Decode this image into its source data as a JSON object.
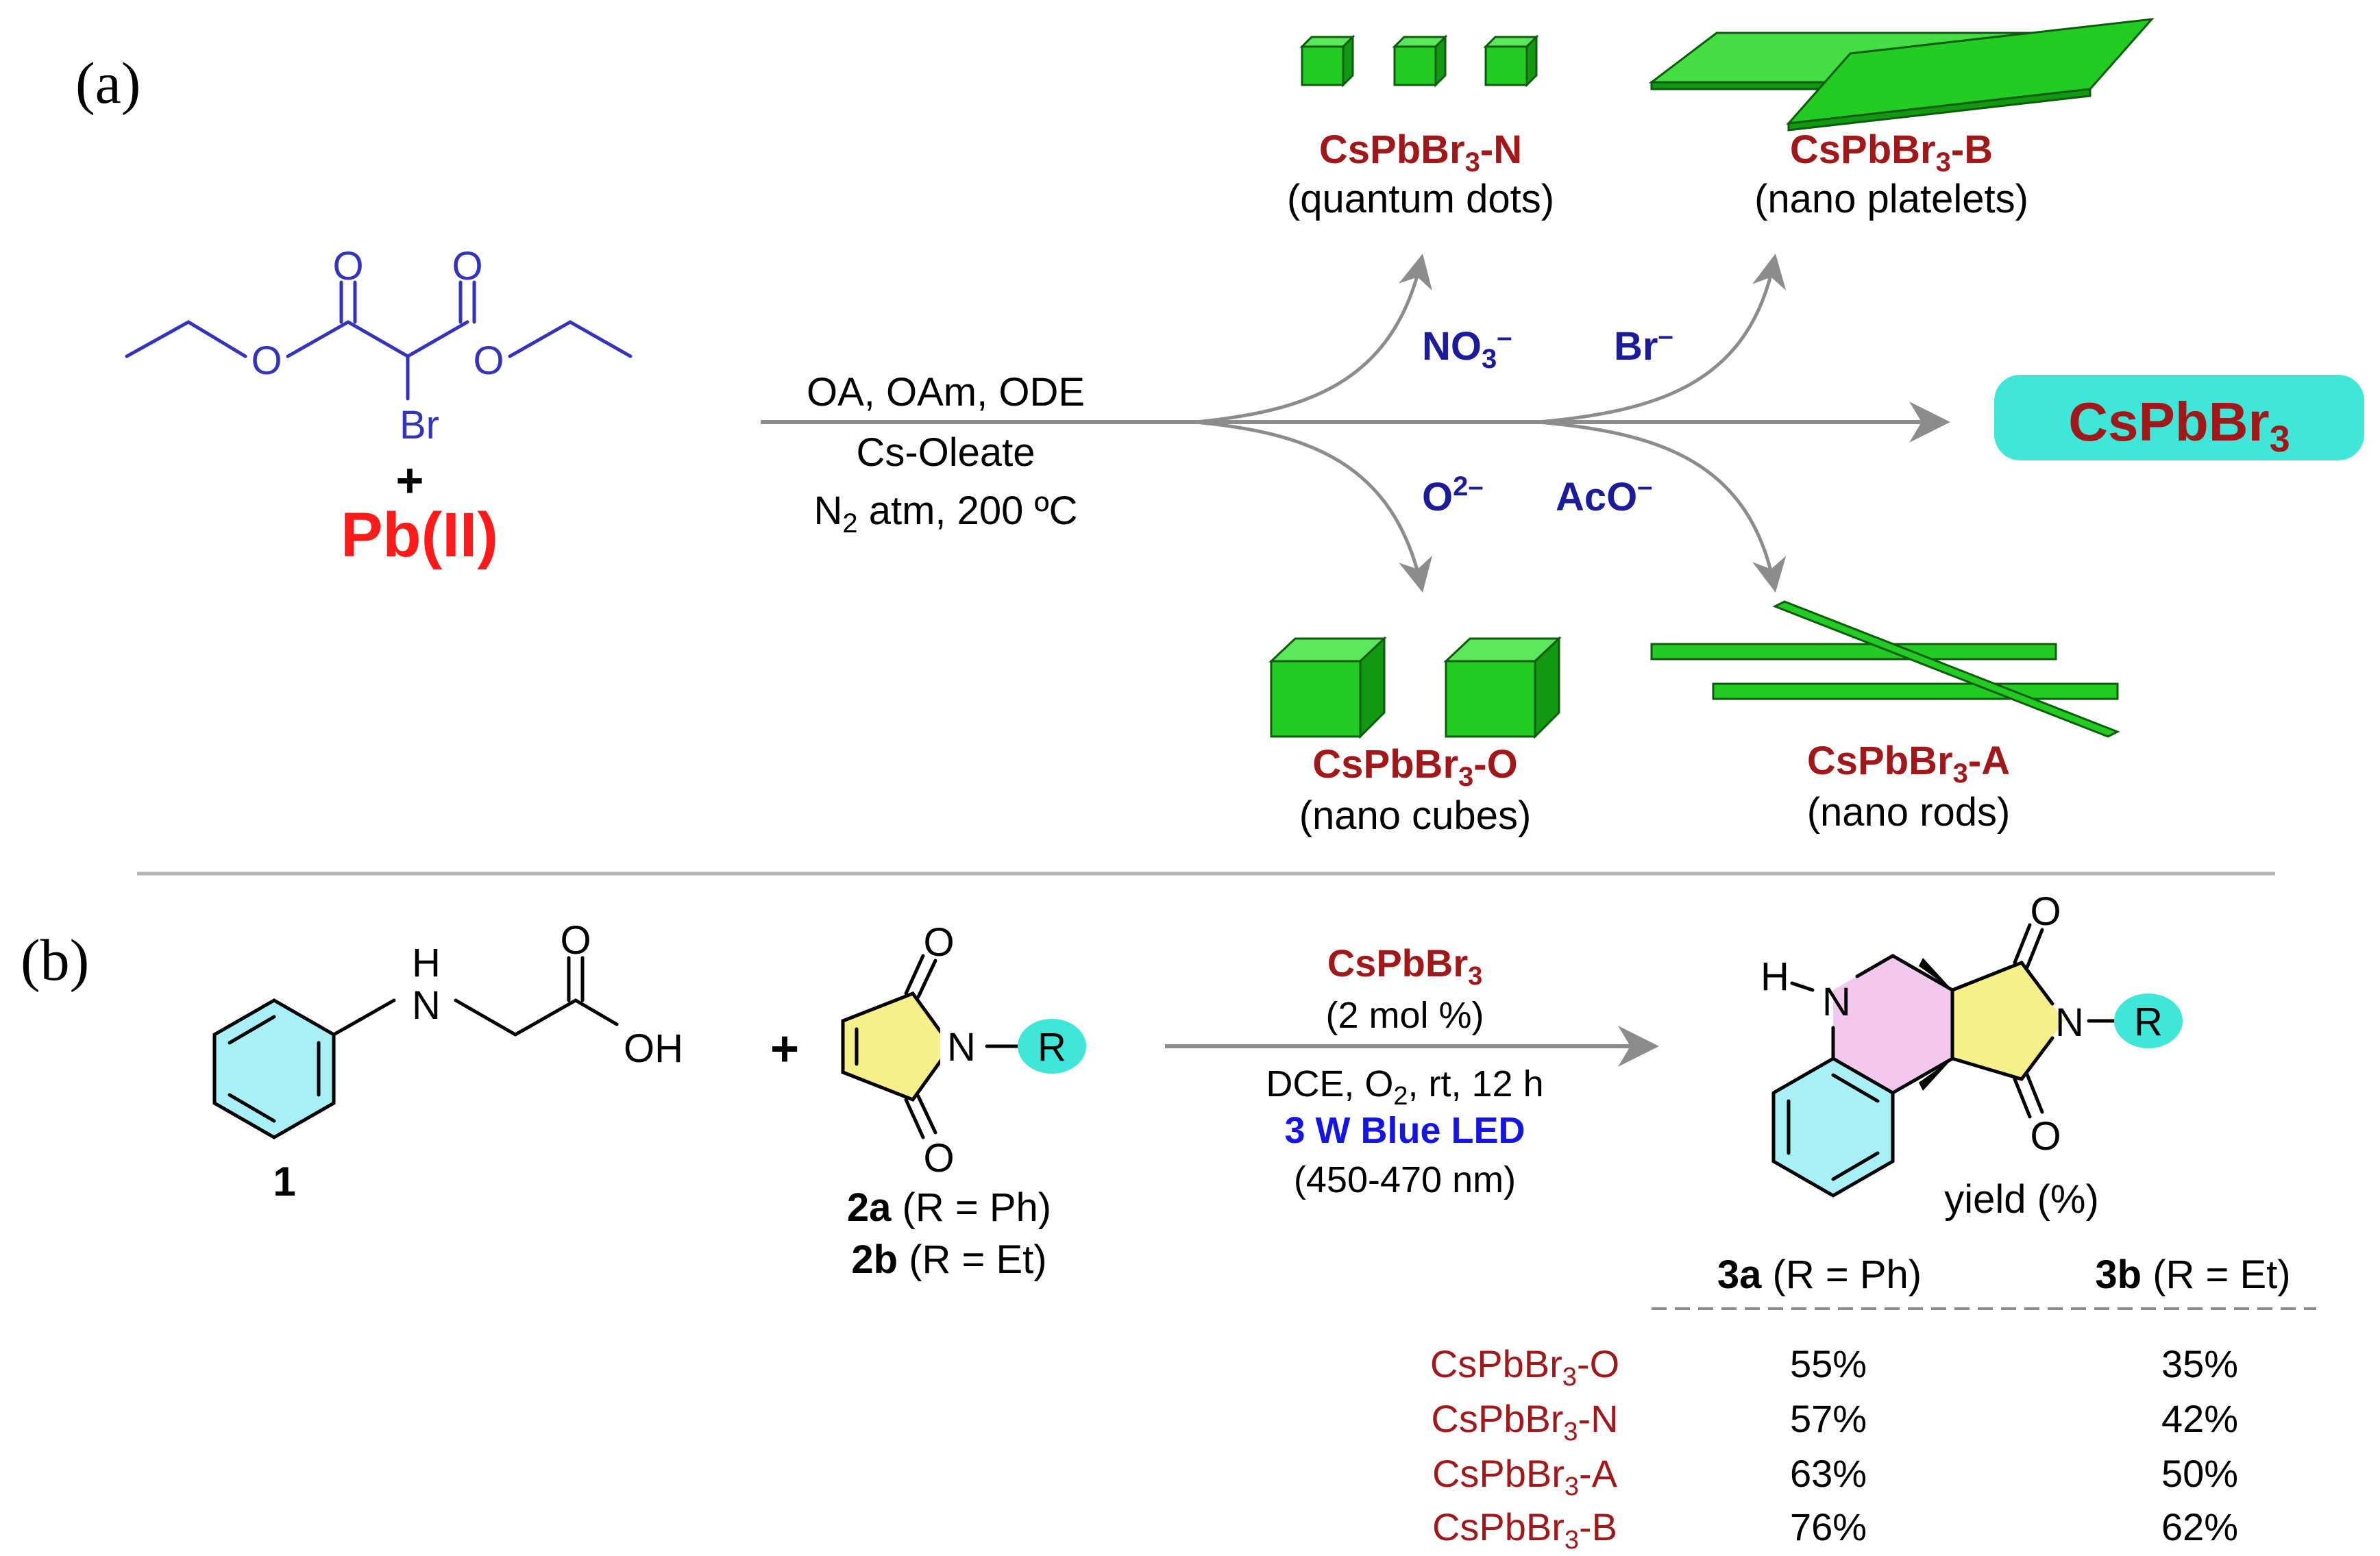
{
  "colors": {
    "ester_blue": "#3333bb",
    "pb_red": "#ff1a1a",
    "label_red": "#a0181a",
    "anion_blue": "#1c1c9a",
    "led_blue": "#1414e6",
    "crystal_green": "#22cc22",
    "crystal_dark": "#0d5c0d",
    "cyan_highlight": "#40e6d8",
    "maleimide_yellow": "#f5f08a",
    "pink_ring": "#f2c8ee",
    "benzene_cyan": "#a8f0f5",
    "arrow_grey": "#8c8c8c",
    "divider_grey": "#b4b4b4"
  },
  "panel_a": {
    "label": "(a)",
    "reactant": {
      "ester_atoms": {
        "o_top_left": "O",
        "o_top_right": "O",
        "o_left": "O",
        "o_right": "O",
        "br": "Br"
      },
      "plus": "+",
      "lead": "Pb(II)"
    },
    "conditions": {
      "line1": "OA, OAm, ODE",
      "line2": "Cs-Oleate",
      "line3_n": "N",
      "line3_sub": "2",
      "line3_rest": " atm, 200 ºC"
    },
    "product": {
      "main": "CsPbBr",
      "sub": "3"
    },
    "anions": {
      "nitrate": {
        "base": "NO",
        "sub": "3",
        "sup": "–"
      },
      "bromide": {
        "base": "Br",
        "sup": "–"
      },
      "oxide": {
        "base": "O",
        "sup": "2–"
      },
      "acetate": {
        "base": "AcO",
        "sup": "–"
      }
    },
    "shapes": {
      "quantum_dots": {
        "name_base": "CsPbBr",
        "name_sub": "3",
        "name_suffix": "-N",
        "desc": "(quantum dots)",
        "icon": "small-cubes-icon"
      },
      "nano_platelets": {
        "name_base": "CsPbBr",
        "name_sub": "3",
        "name_suffix": "-B",
        "desc": "(nano platelets)",
        "icon": "platelet-icon"
      },
      "nano_cubes": {
        "name_base": "CsPbBr",
        "name_sub": "3",
        "name_suffix": "-O",
        "desc": "(nano cubes)",
        "icon": "cube-icon"
      },
      "nano_rods": {
        "name_base": "CsPbBr",
        "name_sub": "3",
        "name_suffix": "-A",
        "desc": "(nano rods)",
        "icon": "rod-icon"
      }
    }
  },
  "panel_b": {
    "label": "(b)",
    "reactant1": {
      "number": "1",
      "nh": "H",
      "n": "N",
      "o": "O",
      "oh": "OH"
    },
    "plus": "+",
    "reactant2": {
      "o_top": "O",
      "o_bottom": "O",
      "n": "N",
      "r": "R",
      "variants": [
        {
          "id": "2a",
          "desc": " (R = Ph)"
        },
        {
          "id": "2b",
          "desc": " (R = Et)"
        }
      ]
    },
    "conditions": {
      "catalyst_base": "CsPbBr",
      "catalyst_sub": "3",
      "loading": "(2 mol %)",
      "solvent_pre": "DCE, O",
      "solvent_sub": "2",
      "solvent_post": ", rt, 12 h",
      "light": "3 W Blue LED",
      "wavelength": "(450-470 nm)"
    },
    "product": {
      "h": "H",
      "n_amine": "N",
      "o_top": "O",
      "o_bottom": "O",
      "n_imide": "N",
      "r": "R",
      "yield_label": "yield (%)"
    },
    "table": {
      "columns": [
        {
          "id": "3a",
          "desc": " (R = Ph)"
        },
        {
          "id": "3b",
          "desc": " (R = Et)"
        }
      ],
      "rows": [
        {
          "base": "CsPbBr",
          "sub": "3",
          "suffix": "-O",
          "yield_3a": "55%",
          "yield_3b": "35%"
        },
        {
          "base": "CsPbBr",
          "sub": "3",
          "suffix": "-N",
          "yield_3a": "57%",
          "yield_3b": "42%"
        },
        {
          "base": "CsPbBr",
          "sub": "3",
          "suffix": "-A",
          "yield_3a": "63%",
          "yield_3b": "50%"
        },
        {
          "base": "CsPbBr",
          "sub": "3",
          "suffix": "-B",
          "yield_3a": "76%",
          "yield_3b": "62%"
        }
      ]
    }
  }
}
